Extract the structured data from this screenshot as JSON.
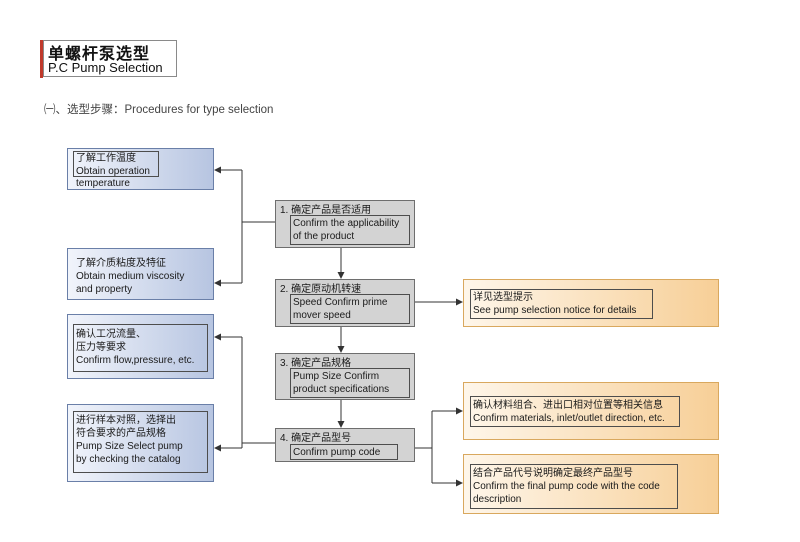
{
  "title": {
    "cn": "单螺杆泵选型",
    "en": "P.C Pump Selection"
  },
  "heading": "㈠、选型步骤：Procedures for type selection",
  "left_boxes": [
    {
      "lines": [
        "了解工作温度",
        "Obtain operation",
        "temperature"
      ]
    },
    {
      "lines": [
        "了解介质粘度及特征",
        "Obtain medium viscosity",
        "and property"
      ]
    },
    {
      "lines": [
        "确认工况流量、",
        "压力等要求",
        "Confirm flow,pressure, etc."
      ]
    },
    {
      "lines": [
        "进行样本对照，选择出",
        "符合要求的产品规格",
        "Pump Size Select pump",
        "by checking the catalog"
      ]
    }
  ],
  "center_steps": [
    {
      "label": "1. 确定产品是否适用",
      "lines": [
        "Confirm the applicability",
        "of the product"
      ]
    },
    {
      "label": "2. 确定原动机转速",
      "lines": [
        "Speed Confirm prime",
        "mover speed"
      ]
    },
    {
      "label": "3. 确定产品规格",
      "lines": [
        "Pump Size Confirm",
        "product specifications"
      ]
    },
    {
      "label": "4. 确定产品型号",
      "lines": [
        "Confirm pump code"
      ]
    }
  ],
  "right_boxes": [
    {
      "lines": [
        "详见选型提示",
        "See pump selection notice for details"
      ]
    },
    {
      "lines": [
        "确认材料组合、进出口相对位置等相关信息",
        "Confirm materials, inlet/outlet direction, etc."
      ]
    },
    {
      "lines": [
        "结合产品代号说明确定最终产品型号",
        "Confirm the final pump code with the code",
        "description"
      ]
    }
  ],
  "colors": {
    "blue_box": "#b7c5e1",
    "gray_box": "#d3d3d3",
    "orange_box": "#f7cf97",
    "title_accent": "#c0392b"
  }
}
